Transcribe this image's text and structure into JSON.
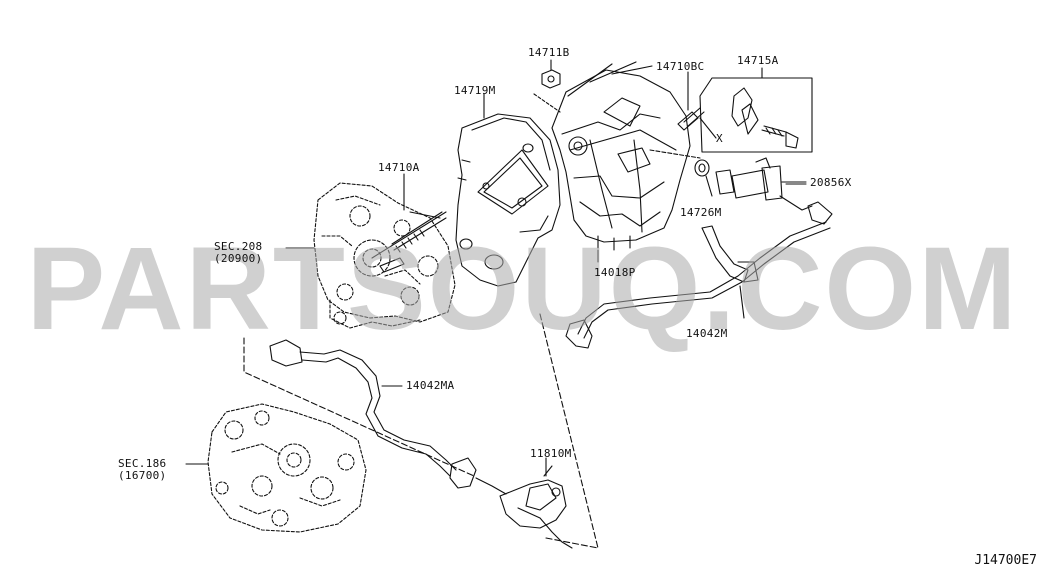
{
  "watermark": "PARTSOUQ.COM",
  "diagram_id": "J14700E7",
  "labels": {
    "p14711B": "14711B",
    "p14710BC": "14710BC",
    "p14715A": "14715A",
    "p14719M": "14719M",
    "pX": "X",
    "p14710A": "14710A",
    "p20856X": "20856X",
    "p14726M": "14726M",
    "sec208": "SEC.208",
    "sec208_ref": "(20900)",
    "p14018P": "14018P",
    "p14042M": "14042M",
    "p14042MA": "14042MA",
    "p11810M": "11810M",
    "sec186": "SEC.186",
    "sec186_ref": "(16700)"
  },
  "colors": {
    "line": "#111111",
    "watermark": "#aaaaaa"
  }
}
